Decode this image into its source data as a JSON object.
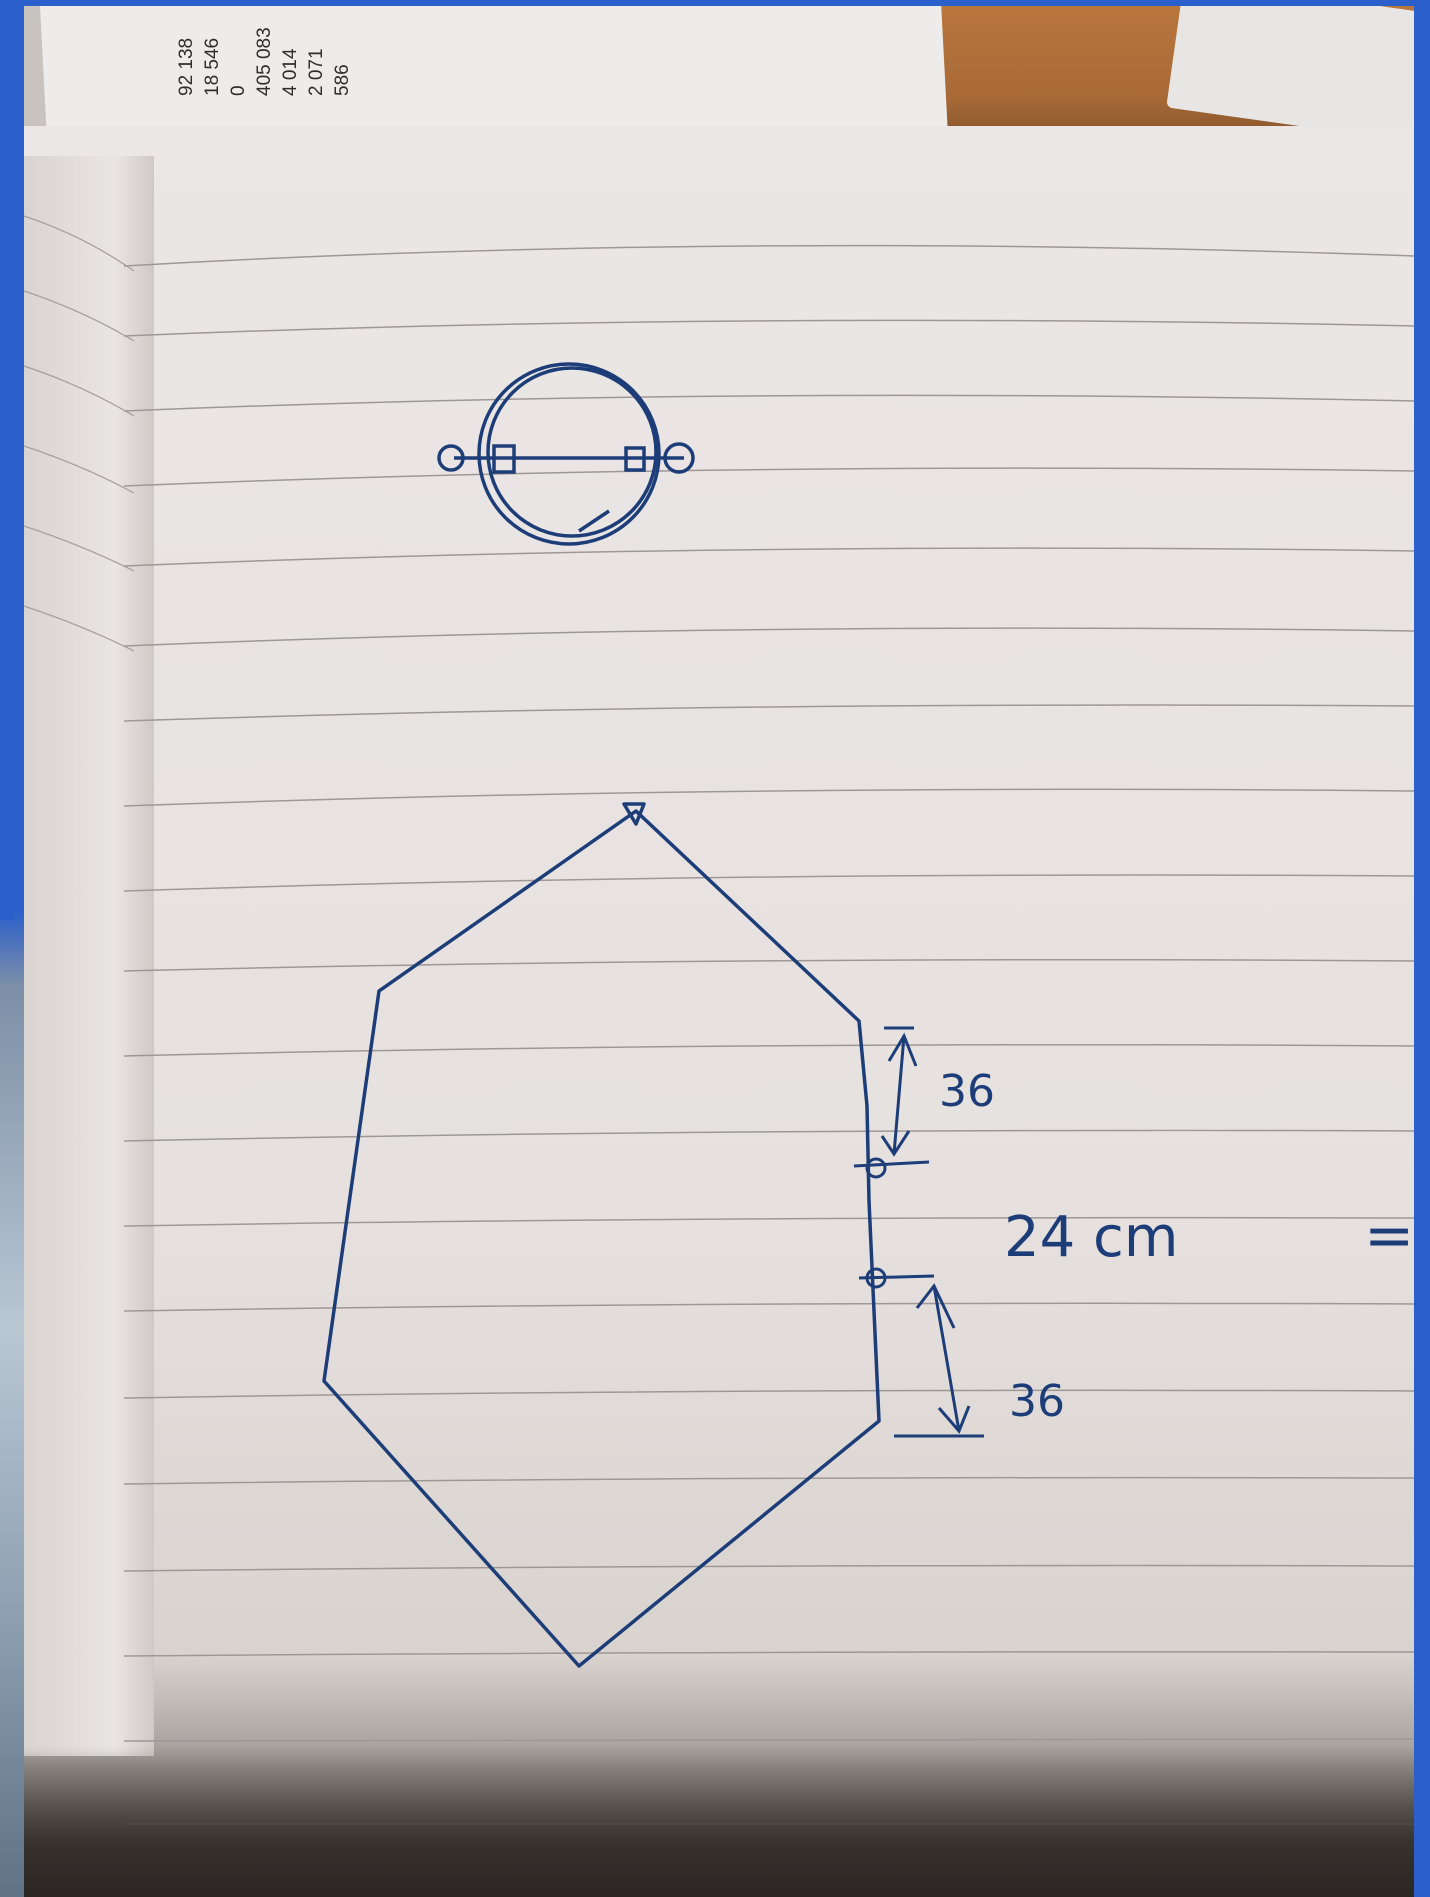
{
  "printed_numbers": {
    "line_1": "92 138",
    "line_2": "18 546",
    "line_3": "0",
    "line_4": "405 083",
    "line_5": "4 014",
    "line_6": "2 071",
    "line_7": "586"
  },
  "handwritten": {
    "upper_dimension": "36",
    "middle_dimension": "24 cm",
    "lower_dimension": "36",
    "equals_sign": "="
  },
  "colors": {
    "frame_blue": "#2a5fcc",
    "ink_blue": "#1d3d78",
    "paper": "#ebe7e6",
    "ruled_line": "#9f9795"
  }
}
